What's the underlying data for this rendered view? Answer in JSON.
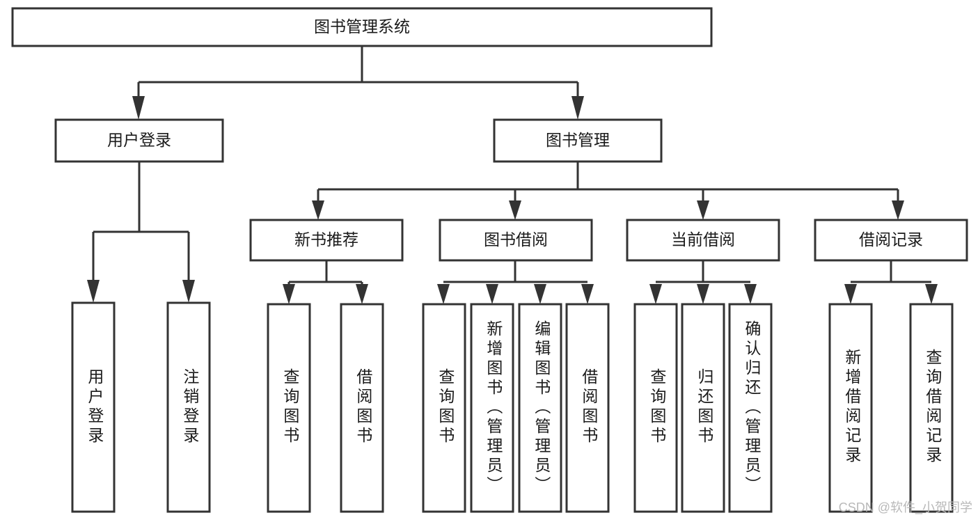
{
  "diagram": {
    "type": "hierarchy-tree",
    "title_node": {
      "label": "图书管理系统",
      "level": 0
    },
    "level1": [
      {
        "id": "user-login",
        "label": "用户登录"
      },
      {
        "id": "book-management",
        "label": "图书管理"
      }
    ],
    "level2": [
      {
        "id": "new-book-recommend",
        "label": "新书推荐",
        "parent": "book-management"
      },
      {
        "id": "book-borrow",
        "label": "图书借阅",
        "parent": "book-management"
      },
      {
        "id": "current-borrow",
        "label": "当前借阅",
        "parent": "book-management"
      },
      {
        "id": "borrow-record",
        "label": "借阅记录",
        "parent": "book-management"
      }
    ],
    "leaves": {
      "user_login": [
        {
          "id": "leaf-user-login",
          "label": "用户登录"
        },
        {
          "id": "leaf-logout-login",
          "label": "注销登录"
        }
      ],
      "new_book_recommend": [
        {
          "id": "leaf-query-book-1",
          "label": "查询图书"
        },
        {
          "id": "leaf-borrow-book-1",
          "label": "借阅图书"
        }
      ],
      "book_borrow": [
        {
          "id": "leaf-query-book-2",
          "label": "查询图书"
        },
        {
          "id": "leaf-add-book",
          "label": "新增图书（管理员）"
        },
        {
          "id": "leaf-edit-book",
          "label": "编辑图书（管理员）"
        },
        {
          "id": "leaf-borrow-book-2",
          "label": "借阅图书"
        }
      ],
      "current_borrow": [
        {
          "id": "leaf-query-book-3",
          "label": "查询图书"
        },
        {
          "id": "leaf-return-book",
          "label": "归还图书"
        },
        {
          "id": "leaf-confirm-return",
          "label": "确认归还（管理员）"
        }
      ],
      "borrow_record": [
        {
          "id": "leaf-add-record",
          "label": "新增借阅记录"
        },
        {
          "id": "leaf-query-record",
          "label": "查询借阅记录"
        }
      ]
    }
  },
  "watermark": {
    "text": "CSDN @软件_小贺同学"
  },
  "colors": {
    "stroke": "#333333",
    "box_fill": "#ffffff",
    "text": "#1a1a1a",
    "watermark": "#b9b9b9",
    "background": "#ffffff"
  }
}
